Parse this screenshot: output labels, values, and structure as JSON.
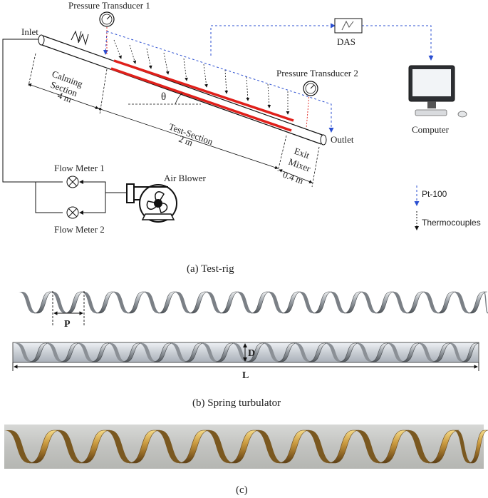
{
  "test_rig": {
    "labels": {
      "pressure_transducer_1": "Pressure Transducer 1",
      "pressure_transducer_2": "Pressure Transducer 2",
      "inlet": "Inlet",
      "das": "DAS",
      "computer": "Computer",
      "calming_section_line1": "Calming",
      "calming_section_line2": "Section",
      "calming_length": "4 m",
      "theta": "θ",
      "test_section": "Test-Section",
      "test_section_length": "2 m",
      "outlet": "Outlet",
      "exit_line1": "Exit",
      "exit_line2": "Mixer",
      "exit_length": "0.4 m",
      "flow_meter_1": "Flow Meter 1",
      "flow_meter_2": "Flow Meter 2",
      "air_blower": "Air Blower"
    },
    "legend": {
      "pt100": "Pt-100",
      "thermocouples": "Thermocouples"
    },
    "caption": "(a) Test-rig"
  },
  "spring": {
    "pitch_label": "P",
    "diameter_label": "D",
    "length_label": "L",
    "caption": "(b) Spring turbulator"
  },
  "photo": {
    "caption": "(c)"
  },
  "colors": {
    "heater": "#e0201b",
    "blue_dashed": "#2b4fd1",
    "red_dashed": "#e0201b",
    "metal_dark": "#6d7278",
    "metal_light": "#d8dbde",
    "brass": "#b88a3c"
  }
}
